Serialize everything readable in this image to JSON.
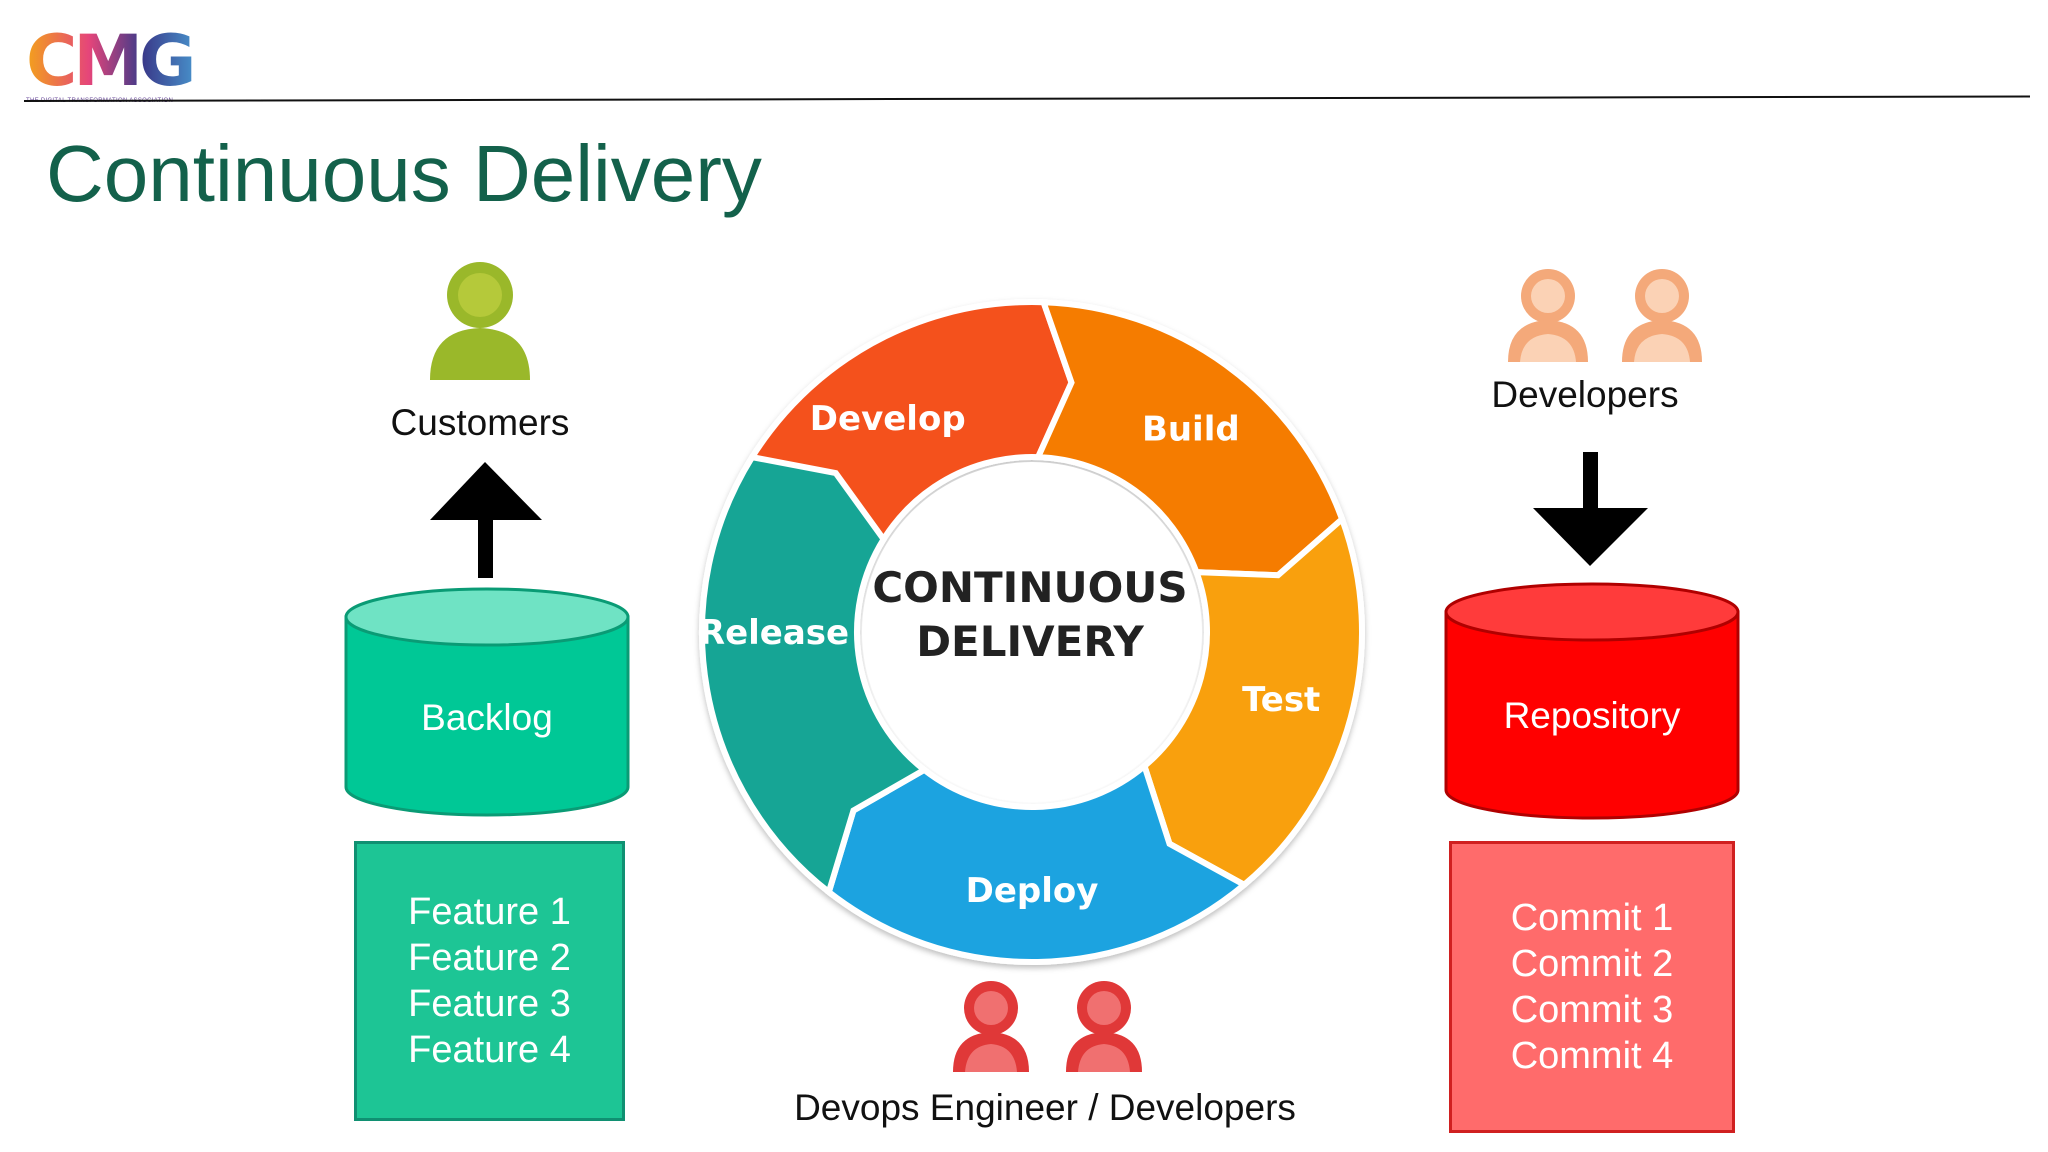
{
  "logo": {
    "text": "CMG",
    "tagline": "THE DIGITAL TRANSFORMATION ASSOCIATION"
  },
  "title": "Continuous Delivery",
  "customers": {
    "label": "Customers",
    "icon": "person-icon",
    "color": "#9ab82a"
  },
  "developers": {
    "label": "Developers",
    "icon": "person-icon",
    "color": "#f4a97a"
  },
  "devops": {
    "label": "Devops Engineer / Developers",
    "icon": "person-icon",
    "color": "#e03838"
  },
  "backlog": {
    "label": "Backlog",
    "color": "#00c896",
    "items": [
      "Feature 1",
      "Feature 2",
      "Feature 3",
      "Feature 4"
    ]
  },
  "repository": {
    "label": "Repository",
    "color": "#ff0000",
    "items": [
      "Commit 1",
      "Commit 2",
      "Commit 3",
      "Commit 4"
    ]
  },
  "cycle": {
    "center_line1": "CONTINUOUS",
    "center_line2": "DELIVERY",
    "stages": [
      {
        "label": "Develop",
        "color": "#f4511e"
      },
      {
        "label": "Build",
        "color": "#f57c00"
      },
      {
        "label": "Test",
        "color": "#f9a010"
      },
      {
        "label": "Deploy",
        "color": "#1aa3e0"
      },
      {
        "label": "Release",
        "color": "#17a595"
      }
    ]
  }
}
